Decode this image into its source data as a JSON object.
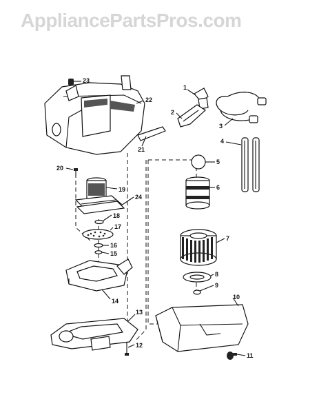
{
  "watermark": "AppliancePartsPros.com",
  "callouts": {
    "p1": "1",
    "p2": "2",
    "p3": "3",
    "p4": "4",
    "p5": "5",
    "p6": "6",
    "p7": "7",
    "p8": "8",
    "p9": "9",
    "p10": "10",
    "p11": "11",
    "p12": "12",
    "p13": "13",
    "p14": "14",
    "p15": "15",
    "p16": "16",
    "p17": "17",
    "p18": "18",
    "p19": "19",
    "p20": "20",
    "p21": "21",
    "p22": "22",
    "p23": "23",
    "p24": "24"
  }
}
